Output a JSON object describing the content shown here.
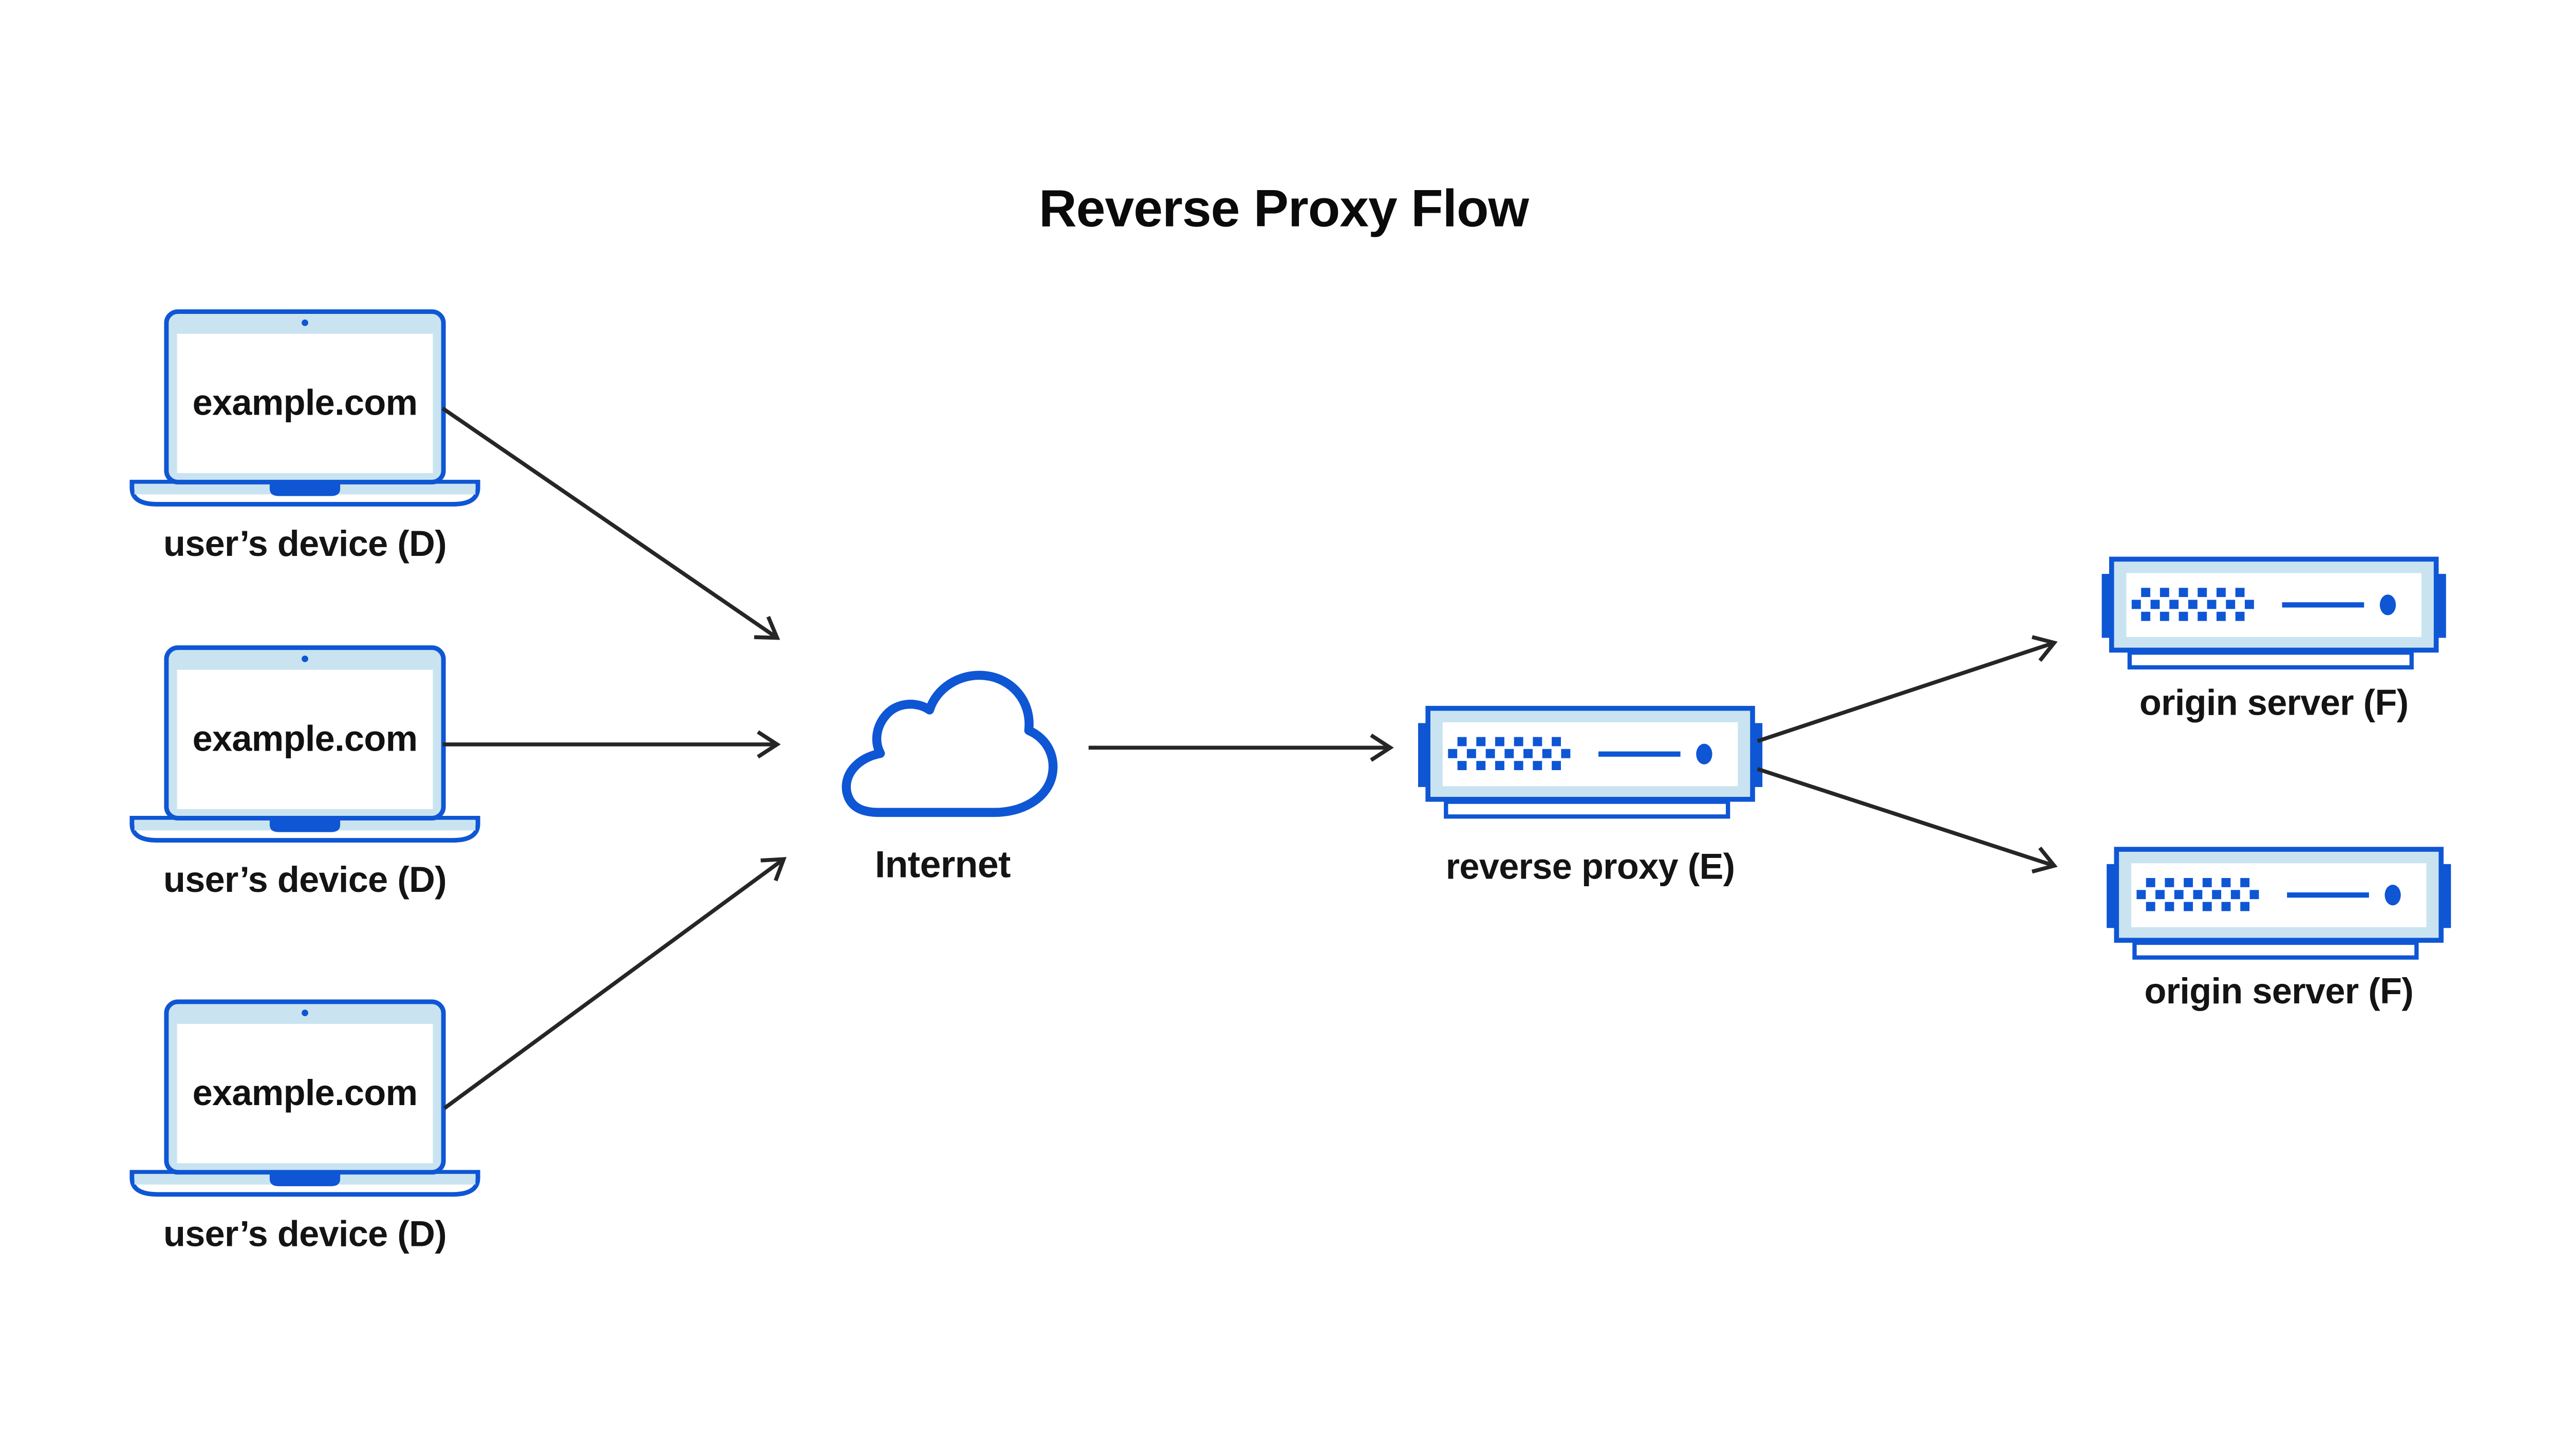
{
  "title": "Reverse Proxy Flow",
  "colors": {
    "accent": "#0E56D4",
    "light_blue": "#C9E4F0",
    "arrow": "#262626",
    "text": "#141414",
    "background": "#FFFFFF"
  },
  "devices": [
    {
      "icon": "laptop-icon",
      "screen_text": "example.com",
      "label": "user’s device (D)"
    },
    {
      "icon": "laptop-icon",
      "screen_text": "example.com",
      "label": "user’s device (D)"
    },
    {
      "icon": "laptop-icon",
      "screen_text": "example.com",
      "label": "user’s device (D)"
    }
  ],
  "internet": {
    "icon": "cloud-icon",
    "label": "Internet"
  },
  "reverse_proxy": {
    "icon": "server-icon",
    "label": "reverse proxy (E)"
  },
  "origin_servers": [
    {
      "icon": "server-icon",
      "label": "origin server (F)"
    },
    {
      "icon": "server-icon",
      "label": "origin server (F)"
    }
  ],
  "arrows": [
    {
      "from": "user-device-1",
      "to": "internet"
    },
    {
      "from": "user-device-2",
      "to": "internet"
    },
    {
      "from": "user-device-3",
      "to": "internet"
    },
    {
      "from": "internet",
      "to": "reverse-proxy"
    },
    {
      "from": "reverse-proxy",
      "to": "origin-server-1"
    },
    {
      "from": "reverse-proxy",
      "to": "origin-server-2"
    }
  ]
}
